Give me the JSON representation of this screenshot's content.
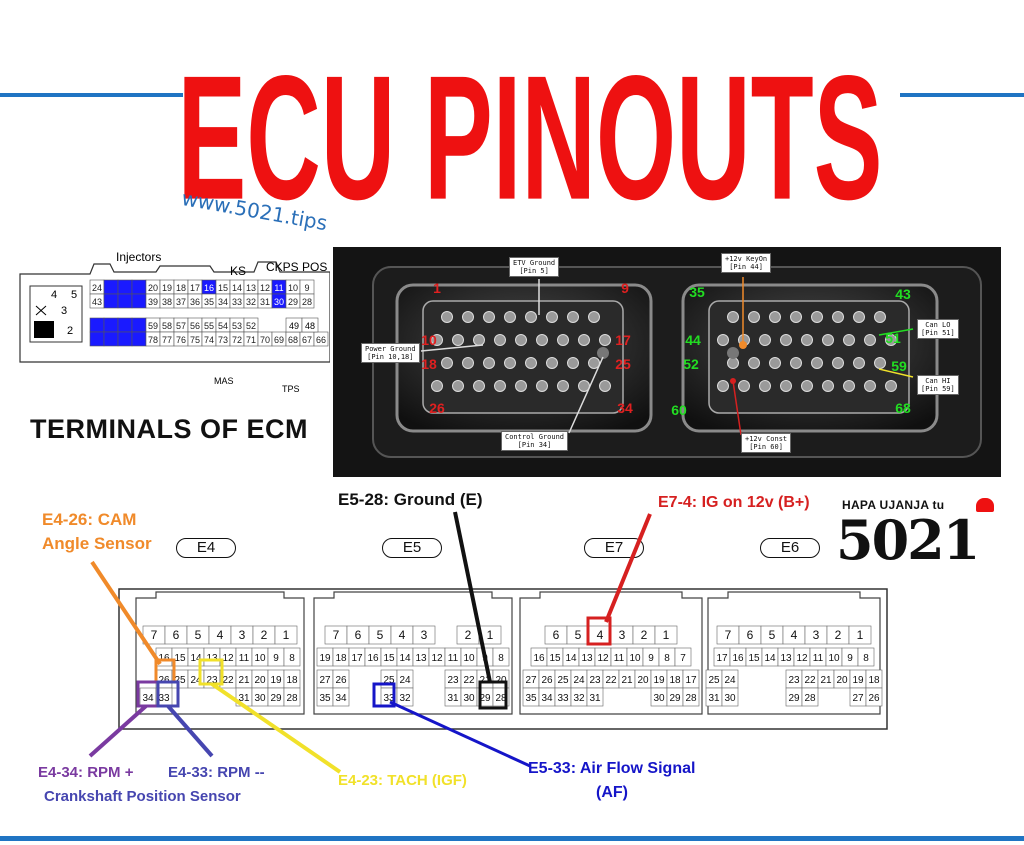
{
  "title": "ECU PINOUTS",
  "website": "www.5021.tips",
  "ecm_diagram": {
    "title": "TERMINALS OF ECM",
    "labels": {
      "injectors": "Injectors",
      "ks": "KS",
      "ckps": "CKPS POS",
      "mas": "MAS",
      "tps": "TPS"
    },
    "left_block": [
      "4",
      "5",
      "3",
      "2"
    ],
    "row1": [
      "24",
      "",
      "",
      "",
      "20",
      "19",
      "18",
      "17",
      "16",
      "15",
      "14",
      "13",
      "12",
      "11",
      "10",
      "9"
    ],
    "row2": [
      "43",
      "",
      "",
      "",
      "39",
      "38",
      "37",
      "36",
      "35",
      "34",
      "33",
      "32",
      "31",
      "30",
      "29",
      "28"
    ],
    "row3": [
      "",
      "",
      "",
      "",
      "59",
      "58",
      "57",
      "56",
      "55",
      "54",
      "53",
      "52"
    ],
    "row4": [
      "",
      "",
      "",
      "",
      "78",
      "77",
      "76",
      "75",
      "74",
      "73",
      "72",
      "71",
      "70",
      "69",
      "68",
      "67",
      "66"
    ],
    "row3_right": [
      "49",
      "48"
    ],
    "colors": {
      "highlight": "#1a1aff"
    }
  },
  "photo": {
    "callouts": {
      "etv_ground": [
        "ETV Ground",
        "[Pin 5]"
      ],
      "power_ground": [
        "Power Ground",
        "[Pin 10,18]"
      ],
      "control_ground": [
        "Control Ground",
        "[Pin 34]"
      ],
      "keyon": [
        "+12v KeyOn",
        "[Pin 44]"
      ],
      "can_lo": [
        "Can LO",
        "[Pin 51]"
      ],
      "can_hi": [
        "Can HI",
        "[Pin 59]"
      ],
      "const": [
        "+12v Const",
        "[Pin 60]"
      ]
    },
    "left_pins": [
      "1",
      "9",
      "10",
      "17",
      "18",
      "25",
      "26",
      "34"
    ],
    "right_pins": [
      "35",
      "43",
      "44",
      "51",
      "52",
      "59",
      "60",
      "68"
    ]
  },
  "annotations": {
    "e4_26_a": "E4-26: CAM",
    "e4_26_b": "Angle Sensor",
    "e5_28": "E5-28: Ground (E)",
    "e7_4": "E7-4: IG on 12v (B+)",
    "e4_34_a": "E4-34: RPM +",
    "e4_34_b": "Crankshaft Position Sensor",
    "e4_33": "E4-33: RPM --",
    "e4_23": "E4-23: TACH (IGF)",
    "e5_33_a": "E5-33: Air Flow Signal",
    "e5_33_b": "(AF)"
  },
  "connectors": {
    "tags": [
      "E4",
      "E5",
      "E7",
      "E6"
    ],
    "e4": {
      "top": [
        "7",
        "6",
        "5",
        "4",
        "3",
        "2",
        "1"
      ],
      "mid": [
        "",
        "16",
        "15",
        "14",
        "13",
        "12",
        "11",
        "10",
        "9",
        "8"
      ],
      "row3": [
        "",
        "26",
        "25",
        "24",
        "23",
        "22",
        "21",
        "20",
        "19",
        "18"
      ],
      "row4": [
        "34",
        "33",
        "",
        "",
        "",
        "",
        "31",
        "30",
        "29",
        "28"
      ]
    },
    "e5": {
      "top": [
        "7",
        "6",
        "5",
        "4",
        "3",
        "",
        "2",
        "1"
      ],
      "mid": [
        "19",
        "18",
        "17",
        "16",
        "15",
        "14",
        "13",
        "12",
        "11",
        "10",
        "9",
        "8"
      ],
      "row3": [
        "27",
        "26",
        "",
        "",
        "25",
        "24",
        "",
        "",
        "23",
        "22",
        "21",
        "20"
      ],
      "row4": [
        "35",
        "34",
        "",
        "",
        "33",
        "32",
        "",
        "",
        "31",
        "30",
        "29",
        "28"
      ]
    },
    "e7": {
      "top": [
        "6",
        "5",
        "4",
        "3",
        "2",
        "1"
      ],
      "mid": [
        "16",
        "15",
        "14",
        "13",
        "12",
        "11",
        "10",
        "9",
        "8",
        "7"
      ],
      "row3": [
        "27",
        "26",
        "25",
        "24",
        "23",
        "22",
        "21",
        "20",
        "19",
        "18",
        "17"
      ],
      "row4": [
        "35",
        "34",
        "33",
        "32",
        "31",
        "",
        "",
        "",
        "30",
        "29",
        "28"
      ]
    },
    "e6": {
      "top": [
        "7",
        "6",
        "5",
        "4",
        "3",
        "2",
        "1"
      ],
      "mid": [
        "17",
        "16",
        "15",
        "14",
        "13",
        "12",
        "11",
        "10",
        "9",
        "8"
      ],
      "row3": [
        "25",
        "24",
        "",
        "",
        "",
        "23",
        "22",
        "21",
        "20",
        "19",
        "18"
      ],
      "row4": [
        "31",
        "30",
        "",
        "",
        "",
        "29",
        "28",
        "",
        "",
        "27",
        "26"
      ]
    }
  },
  "logo": {
    "tagline": "HAPA UJANJA tu",
    "number": "5021"
  },
  "colors": {
    "title_red": "#ee1111",
    "rule_blue": "#1f74c3",
    "orange": "#f08a2a",
    "black": "#111111",
    "red": "#d62020",
    "purple": "#7a3aa0",
    "indigo": "#4646b0",
    "yellow": "#f1e12a",
    "blue": "#1515c8",
    "green": "#22dd22"
  }
}
